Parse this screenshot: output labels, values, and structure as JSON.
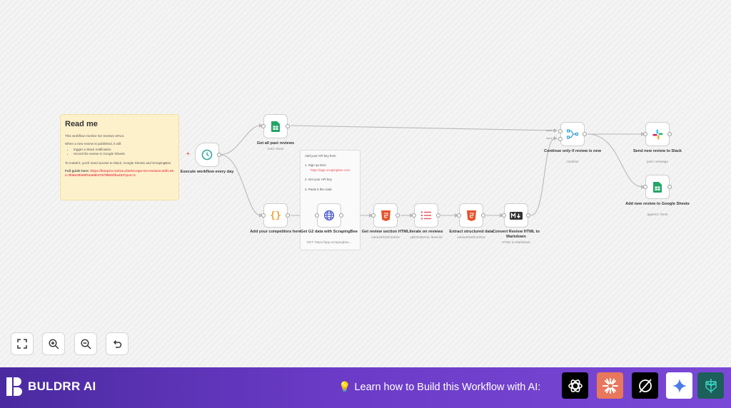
{
  "readme": {
    "title": "Read me",
    "intro": "This workflow monitor G2 reviews URLS.",
    "when": "When a new review is published, it will:",
    "bullets": [
      "trigger a Slack notification",
      "record the review in Google Sheets"
    ],
    "install": "To install it, you'll need access to Slack, Google Sheets and ScrapingBee",
    "guide_label": "Full guide here:",
    "guide_link": "https://lempire.notion.site/Scrape-G2-reviews-with-n8n-3f46e280e8f24a68b3797f98d2fba433?pvs=4"
  },
  "apikey": {
    "title": "Add your API key here",
    "step1": "1. Sign up here",
    "step1_link": "https://app.scrapingbee.com",
    "step2": "2. Get your API key",
    "step3": "3. Paste it the node"
  },
  "nodes": {
    "schedule": {
      "label": "Execute workflow every day"
    },
    "sheets_get": {
      "label": "Get all past reviews",
      "sub": "read: sheet"
    },
    "competitors": {
      "label": "Add your competitors here"
    },
    "scrapingbee": {
      "label": "Get G2 data with ScrapingBee",
      "sub": "GET: https://app.scrapingbee..."
    },
    "html_section": {
      "label": "Get review section HTML",
      "sub": "extractHtmlContent"
    },
    "iterate": {
      "label": "Iterate on reviews",
      "sub": "splitOutItems: itemList"
    },
    "extract": {
      "label": "Extract structured data",
      "sub": "extractHtmlContent"
    },
    "markdown": {
      "label": "Convert Review HTML to Markdown",
      "sub": "HTML to Markdown"
    },
    "merge": {
      "label": "Continue only if review is new",
      "sub": "combine",
      "input1": "Input 1",
      "input2": "Input 2"
    },
    "slack": {
      "label": "Send new review to Slack",
      "sub": "post: message"
    },
    "sheets_add": {
      "label": "Add new review to Google Sheets",
      "sub": "append: sheet"
    }
  },
  "icons": {
    "fit": "fit-view-icon",
    "zoom_in": "zoom-in-icon",
    "zoom_out": "zoom-out-icon",
    "reset": "reset-zoom-icon"
  },
  "footer": {
    "brand": "BULDRR AI",
    "cta": "Learn how to Build this Workflow with AI:"
  },
  "colors": {
    "accent": "#e9505a",
    "footer_start": "#4a2aa0",
    "footer_end": "#7a48d6",
    "sticky": "#fdf1cc"
  }
}
